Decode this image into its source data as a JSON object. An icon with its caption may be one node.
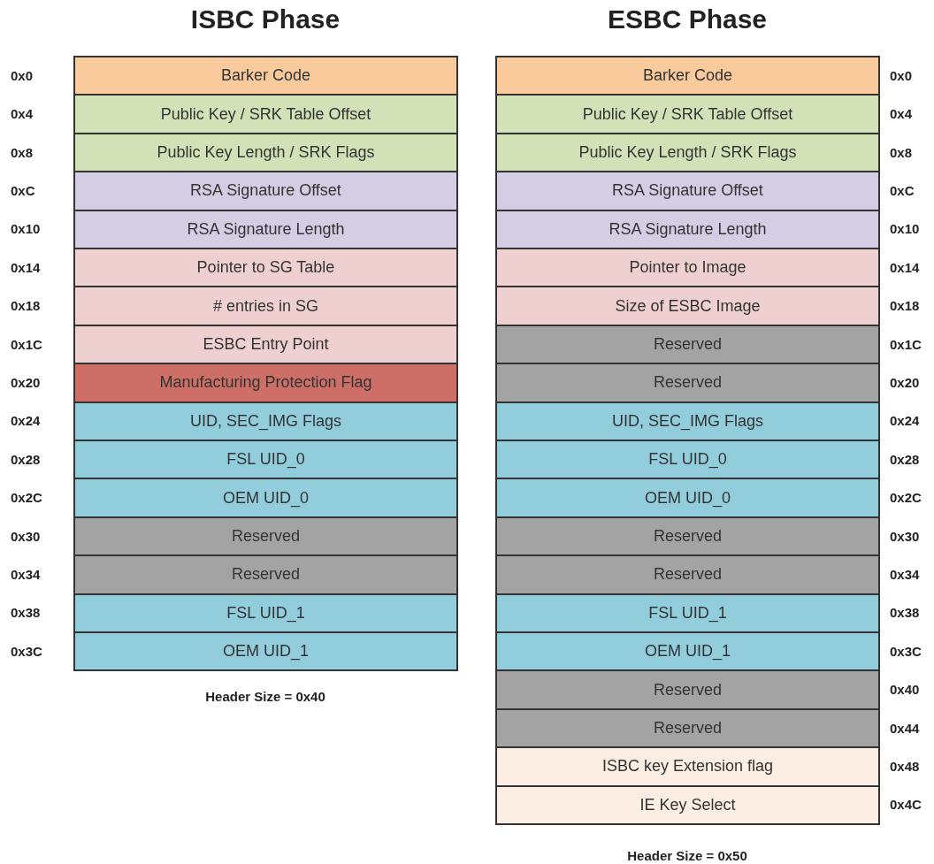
{
  "diagram": {
    "nodes": [
      {
        "text": [
          "Barker Code"
        ],
        "beside": [
          "0x0"
        ]
      },
      {
        "text": [
          "Public Key / SRK Table Offset"
        ],
        "beside": [
          "0x4"
        ]
      },
      {
        "text": [
          "Public Key Length / SRK Flags"
        ],
        "beside": [
          "0x8"
        ]
      },
      {
        "text": [
          "RSA Signature Offset"
        ],
        "beside": [
          "0xC"
        ]
      },
      {
        "text": [
          "RSA Signature Length"
        ],
        "beside": [
          "0x10"
        ]
      },
      {
        "text": [
          "Pointer to SG Table"
        ],
        "beside": [
          "0x14"
        ]
      },
      {
        "text": [
          "# entries in SG"
        ],
        "beside": [
          "0x18"
        ]
      },
      {
        "text": [
          "ESBC Entry Point"
        ],
        "beside": [
          "0x1C"
        ]
      },
      {
        "text": [
          "Manufacturing Protection Flag"
        ],
        "beside": [
          "0x20"
        ]
      },
      {
        "text": [
          "UID, SEC_IMG Flags"
        ],
        "beside": [
          "0x24"
        ]
      },
      {
        "text": [
          "FSL UID_0"
        ],
        "beside": [
          "0x28"
        ]
      },
      {
        "text": [
          "OEM UID_0"
        ],
        "beside": [
          "0x2C"
        ]
      },
      {
        "text": [
          "Reserved"
        ],
        "beside": [
          "0x30"
        ]
      },
      {
        "text": [
          "Reserved"
        ],
        "beside": [
          "0x34"
        ]
      },
      {
        "text": [
          "FSL UID_1"
        ],
        "beside": [
          "0x38"
        ]
      },
      {
        "text": [
          "OEM UID_1"
        ],
        "beside": [
          "0x3C"
        ]
      },
      {
        "text": [
          "Barker Code"
        ],
        "beside": [
          "0x0"
        ]
      },
      {
        "text": [
          "Public Key / SRK Table Offset"
        ],
        "beside": [
          "0x4"
        ]
      },
      {
        "text": [
          "Public Key Length / SRK Flags"
        ],
        "beside": [
          "0x8"
        ]
      },
      {
        "text": [
          "RSA Signature Offset"
        ],
        "beside": [
          "0xC"
        ]
      },
      {
        "text": [
          "RSA Signature Length"
        ],
        "beside": [
          "0x10"
        ]
      },
      {
        "text": [
          "Pointer to Image"
        ],
        "beside": [
          "0x14"
        ]
      },
      {
        "text": [
          "Size of ESBC Image"
        ],
        "beside": [
          "0x18"
        ]
      },
      {
        "text": [
          "Reserved"
        ],
        "beside": [
          "0x1C"
        ]
      },
      {
        "text": [
          "Reserved"
        ],
        "beside": [
          "0x20"
        ]
      },
      {
        "text": [
          "UID, SEC_IMG Flags"
        ],
        "beside": [
          "0x24"
        ]
      },
      {
        "text": [
          "FSL UID_0"
        ],
        "beside": [
          "0x28"
        ]
      },
      {
        "text": [
          "OEM UID_0"
        ],
        "beside": [
          "0x2C"
        ]
      },
      {
        "text": [
          "Reserved"
        ],
        "beside": [
          "0x30"
        ]
      },
      {
        "text": [
          "Reserved"
        ],
        "beside": [
          "0x34"
        ]
      },
      {
        "text": [
          "FSL UID_1"
        ],
        "beside": [
          "0x38"
        ]
      },
      {
        "text": [
          "OEM UID_1"
        ],
        "beside": [
          "0x3C"
        ]
      },
      {
        "text": [
          "Reserved"
        ],
        "beside": [
          "0x40"
        ]
      },
      {
        "text": [
          "Reserved"
        ],
        "beside": [
          "0x44"
        ]
      },
      {
        "text": [
          "ISBC key Extension flag"
        ],
        "beside": [
          "0x48"
        ]
      },
      {
        "text": [
          "IE Key Select"
        ],
        "beside": [
          "0x4C"
        ]
      }
    ],
    "labels": [
      "ISBC Phase",
      "ESBC Phase",
      "Header Size = 0x40",
      "Header Size = 0x50"
    ]
  }
}
